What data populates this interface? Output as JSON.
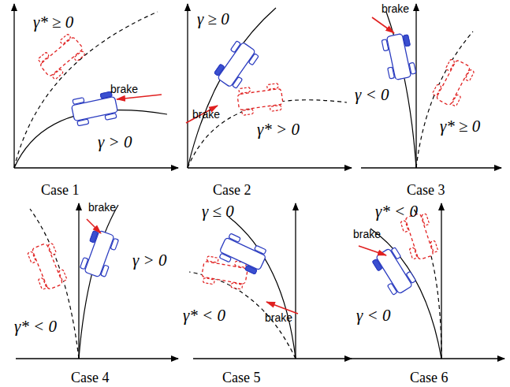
{
  "diagram": {
    "labels": [
      "γ* ≥ 0",
      "brake",
      "γ > 0",
      "Case 1",
      "γ ≥ 0",
      "brake",
      "γ* > 0",
      "Case 2",
      "brake",
      "γ < 0",
      "γ* ≥ 0",
      "Case 3",
      "brake",
      "γ > 0",
      "γ* < 0",
      "Case 4",
      "γ ≤ 0",
      "brake",
      "γ* < 0",
      "Case 5",
      "γ* < 0",
      "brake",
      "γ < 0",
      "Case 6"
    ]
  }
}
